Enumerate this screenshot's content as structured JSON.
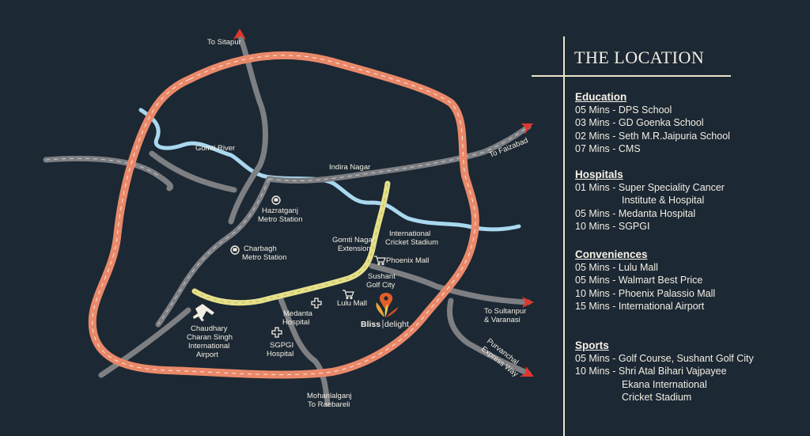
{
  "map": {
    "destinations": {
      "sitapur": "To Sitapur",
      "faizabad": "To Faizabad",
      "sultanpur_1": "To Sultanpur",
      "sultanpur_2": "& Varanasi",
      "purvanchal_1": "Purvanchal",
      "purvanchal_2": "Express Way",
      "raebareli_1": "Mohanlalganj",
      "raebareli_2": "To Raebareli"
    },
    "labels": {
      "gomti_river": "Gomti River",
      "indira_nagar": "Indira Nagar",
      "hazratganj_1": "Hazratganj",
      "hazratganj_2": "Metro Station",
      "charbagh_1": "Charbagh",
      "charbagh_2": "Metro Station",
      "stadium_1": "International",
      "stadium_2": "Cricket Stadium",
      "gomti_ext_1": "Gomti Nagar",
      "gomti_ext_2": "Extension",
      "phoenix": "Phoenix Mall",
      "sushant_1": "Sushant",
      "sushant_2": "Golf City",
      "lulu": "Lulu Mall",
      "medanta_1": "Medanta",
      "medanta_2": "Hospital",
      "sgpgi_1": "SGPGI",
      "sgpgi_2": "Hospital",
      "airport_1": "Chaudhary",
      "airport_2": "Charan Singh",
      "airport_3": "International",
      "airport_4": "Airport"
    },
    "brand": {
      "part1": "Bliss",
      "part2": "delight"
    },
    "colors": {
      "ring_road": "#e9896a",
      "river": "#a9d8ef",
      "road": "#7d7f83",
      "highlight": "#e6e08a",
      "arrow": "#e0372d",
      "pin": "#e25f2a"
    }
  },
  "panel": {
    "title": "THE LOCATION",
    "sections": [
      {
        "heading": "Education",
        "rows": [
          "05 Mins - DPS School",
          "03 Mins - GD Goenka School",
          "02 Mins - Seth M.R.Jaipuria School",
          "07 Mins - CMS"
        ]
      },
      {
        "heading": "Hospitals",
        "rows": [
          "01 Mins - Super Speciality Cancer",
          "Institute & Hospital",
          "05 Mins - Medanta Hospital",
          "10 Mins - SGPGI"
        ]
      },
      {
        "heading": "Conveniences",
        "rows": [
          "05 Mins - Lulu Mall",
          "05 Mins - Walmart Best Price",
          "10 Mins - Phoenix Palassio Mall",
          "15 Mins - International Airport"
        ]
      },
      {
        "heading": "Sports",
        "rows": [
          "05 Mins - Golf Course, Sushant Golf City",
          "10 Mins - Shri Atal Bihari Vajpayee",
          "Ekana International",
          "Cricket Stadium"
        ]
      }
    ]
  }
}
